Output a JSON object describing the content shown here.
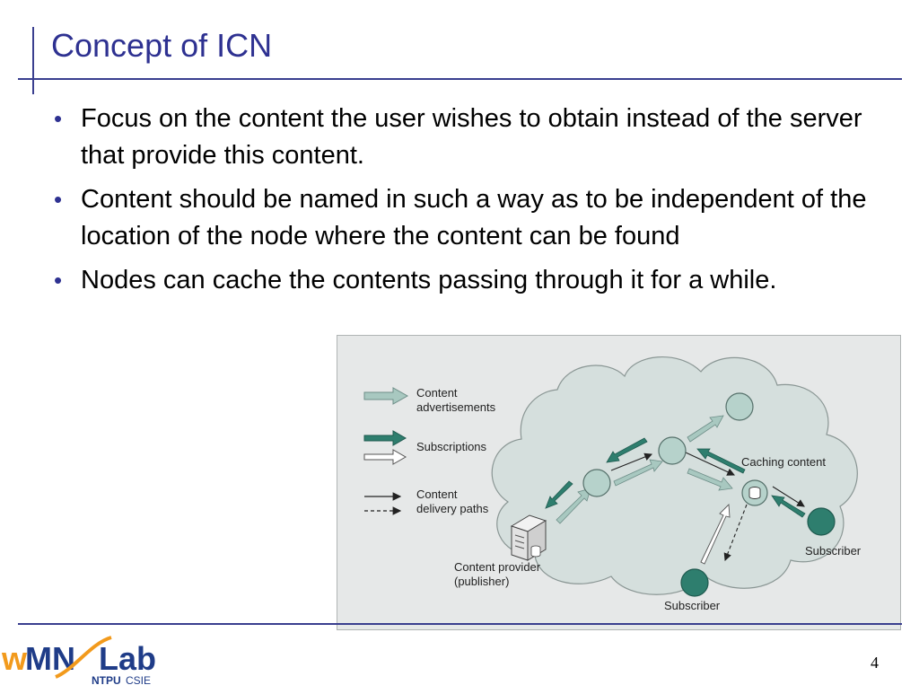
{
  "slide": {
    "title": "Concept of ICN",
    "bullets": [
      "Focus on the content the user wishes to obtain instead of the server that provide this content.",
      "Content should be named in such a way as to be independent of the location of the node where the content can be found",
      "Nodes can cache the contents passing through it for a while."
    ],
    "page_number": "4"
  },
  "diagram": {
    "legend": {
      "advertisements_line1": "Content",
      "advertisements_line2": "advertisements",
      "subscriptions": "Subscriptions",
      "delivery_line1": "Content",
      "delivery_line2": "delivery paths"
    },
    "caching_label": "Caching content",
    "subscriber_right": "Subscriber",
    "subscriber_bottom": "Subscriber",
    "provider_line1": "Content provider",
    "provider_line2": "(publisher)"
  },
  "logo": {
    "w": "w",
    "mn": "MN",
    "lab": "Lab",
    "ntpu": "NTPU",
    "csie": "CSIE"
  },
  "colors": {
    "title": "#2e3191",
    "rule": "#3a3f8f",
    "cloud": "#d5dfdd",
    "node_light": "#b6d2cb",
    "node_dark": "#2e7e6e",
    "logo_orange": "#f29a1c",
    "logo_navy": "#1f3c88"
  }
}
